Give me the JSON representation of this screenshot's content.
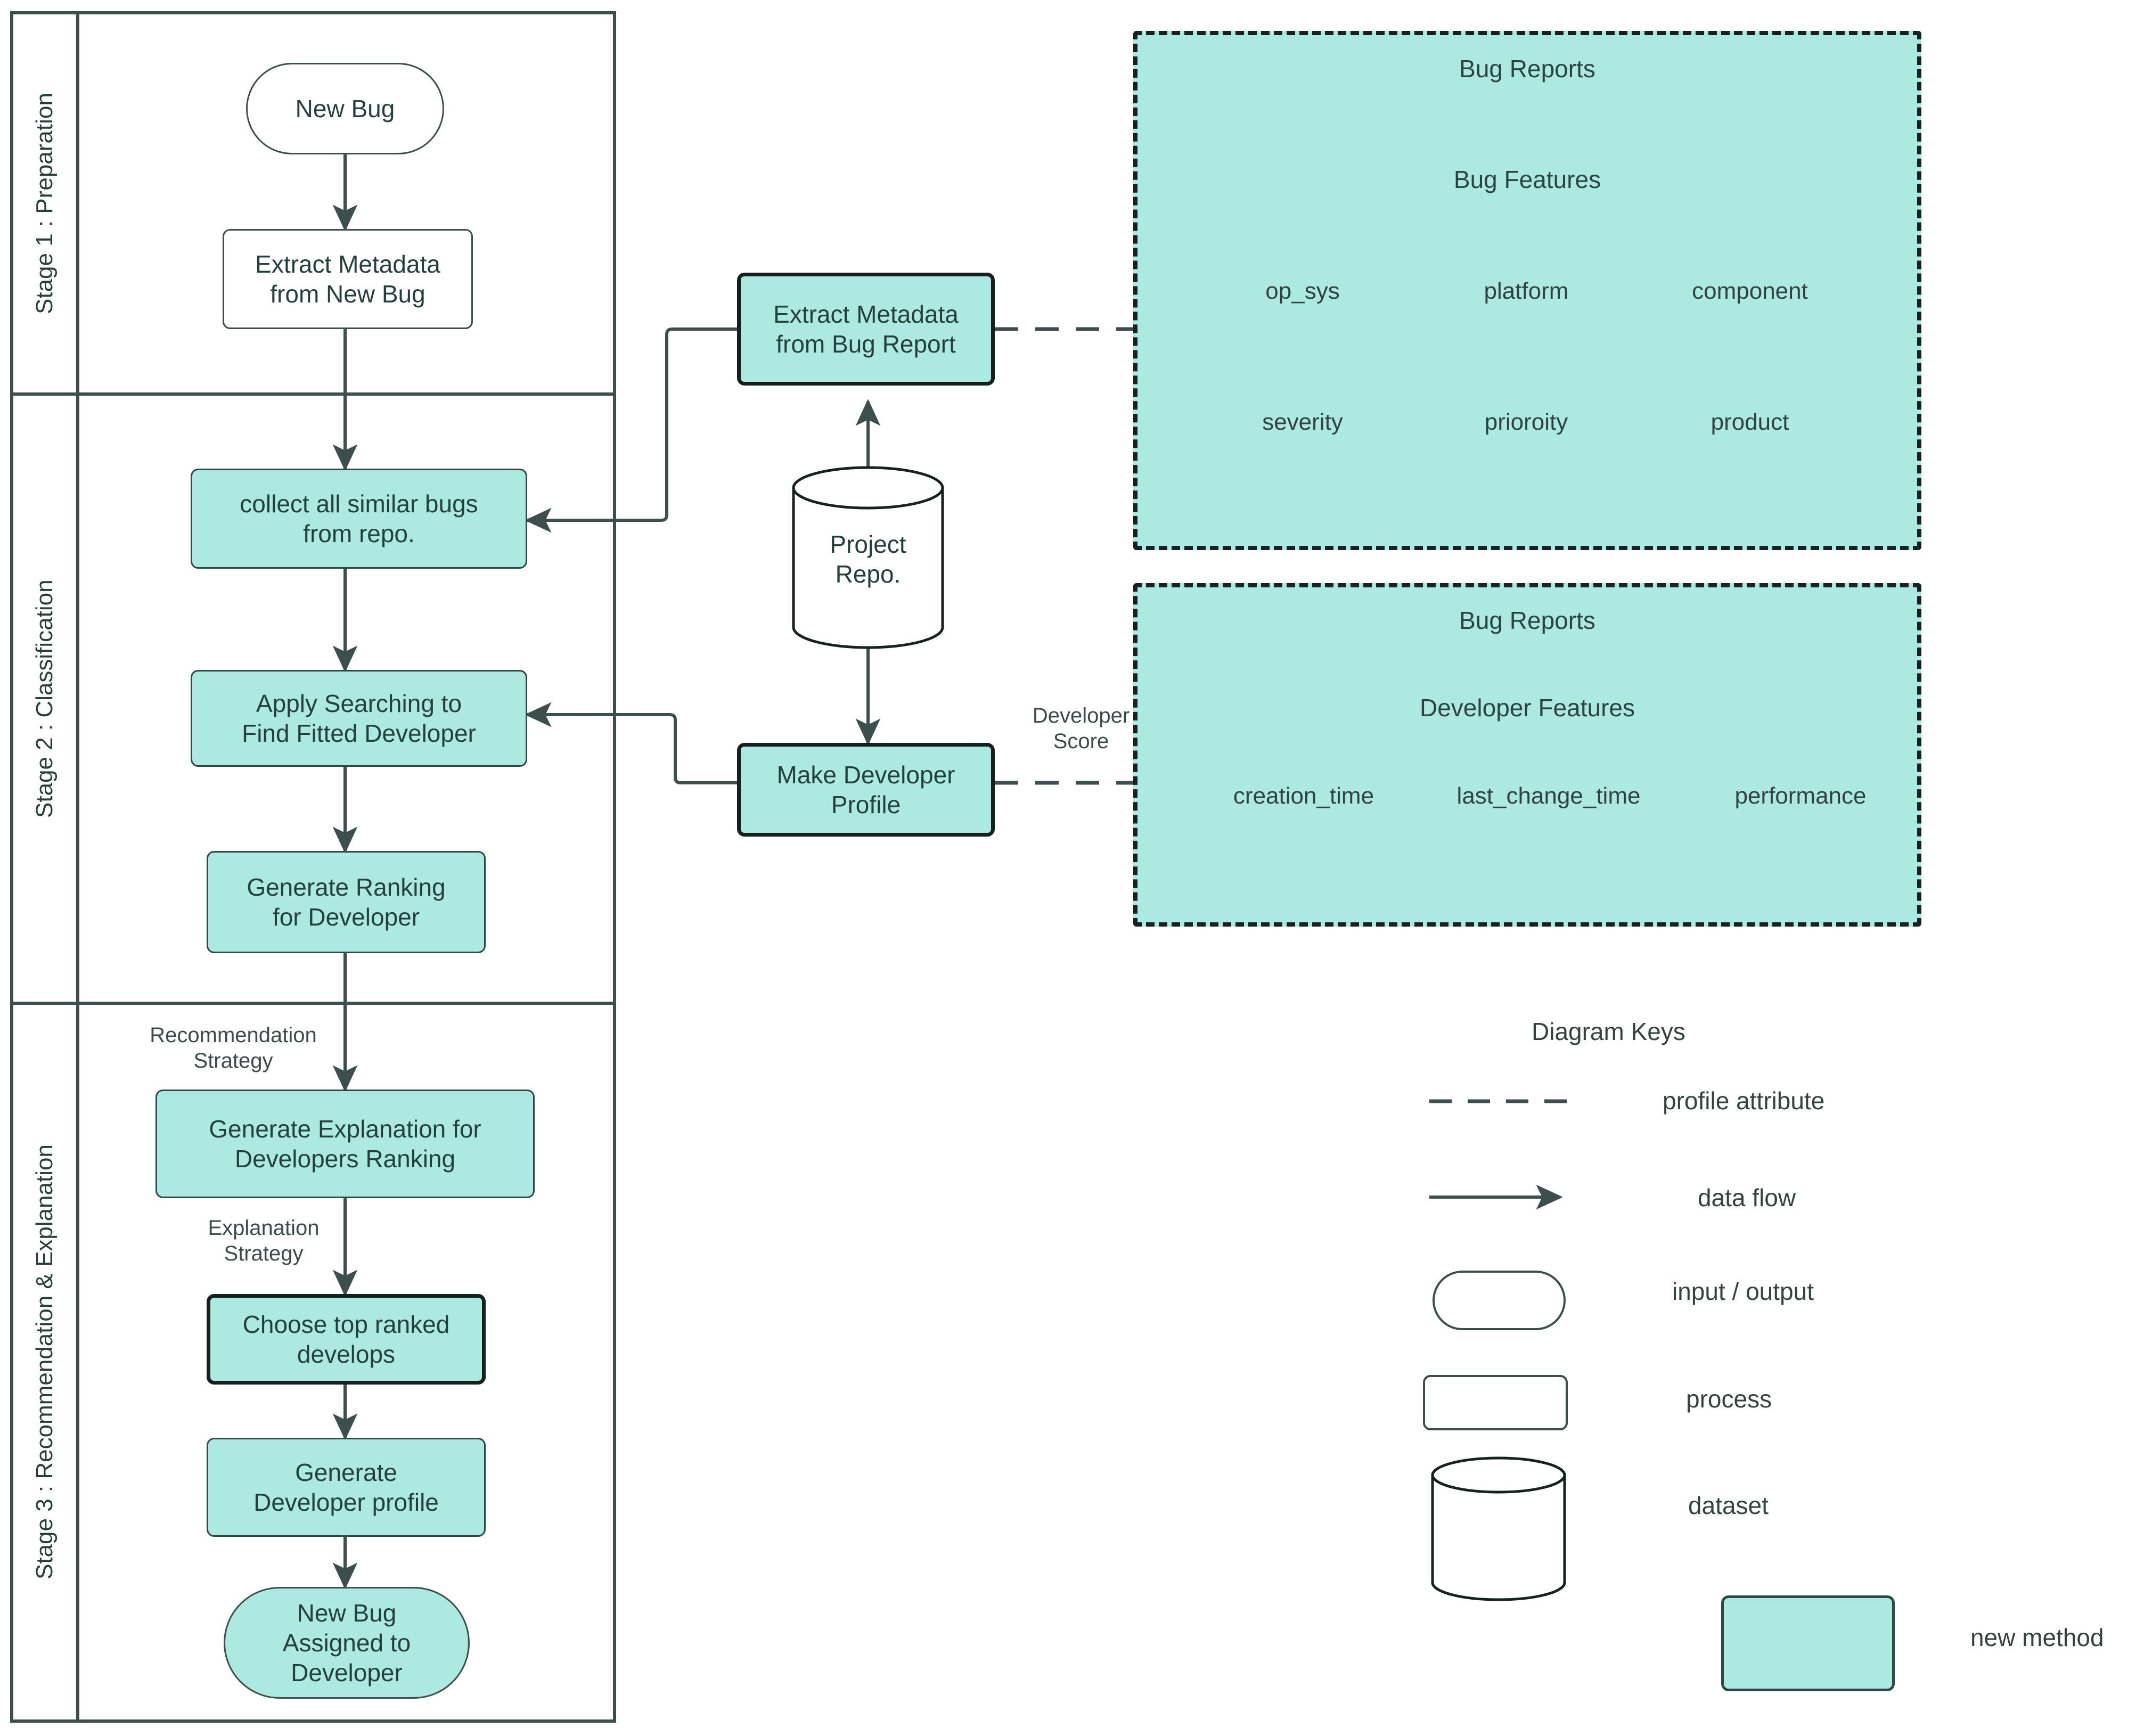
{
  "colors": {
    "teal_fill": "#aceae1",
    "stroke_dark": "#3d4f4d",
    "stroke_black": "#17211f",
    "text": "#2c4440",
    "white": "#ffffff"
  },
  "swimlanes": [
    {
      "label": "Stage 1 : Preparation"
    },
    {
      "label": "Stage 2 : Classification"
    },
    {
      "label": "Stage 3 : Recommendation & Explanation"
    }
  ],
  "flow_nodes": {
    "new_bug": "New Bug",
    "extract_metadata_new_bug": "Extract Metadata\nfrom New Bug",
    "collect_similar_bugs": "collect all similar bugs\nfrom repo.",
    "apply_searching": "Apply Searching to\nFind Fitted Developer",
    "generate_ranking": "Generate Ranking\nfor Developer",
    "generate_explanation": "Generate Explanation for\nDevelopers Ranking",
    "choose_top_ranked": "Choose top ranked\ndevelops",
    "generate_dev_profile": "Generate\nDeveloper profile",
    "new_bug_assigned": "New Bug\nAssigned to\nDeveloper",
    "extract_metadata_bug_report": "Extract Metadata\nfrom Bug Report",
    "project_repo": "Project\nRepo.",
    "make_developer_profile": "Make Developer\nProfile"
  },
  "edge_labels": {
    "recommendation_strategy": "Recommendation\nStrategy",
    "explanation_strategy": "Explanation\nStrategy",
    "developer_score": "Developer\nScore"
  },
  "panels": [
    {
      "title": "Bug Reports",
      "subtitle": "Bug Features",
      "features": [
        "op_sys",
        "platform",
        "component",
        "severity",
        "prioroity",
        "product"
      ]
    },
    {
      "title": "Bug Reports",
      "subtitle": "Developer Features",
      "features": [
        "creation_time",
        "last_change_time",
        "performance"
      ]
    }
  ],
  "legend": {
    "title": "Diagram Keys",
    "items": [
      {
        "shape": "dashed-line-icon",
        "label": "profile attribute"
      },
      {
        "shape": "arrow-icon",
        "label": "data flow"
      },
      {
        "shape": "stadium-icon",
        "label": "input / output"
      },
      {
        "shape": "rect-icon",
        "label": "process"
      },
      {
        "shape": "cylinder-icon",
        "label": "dataset"
      },
      {
        "shape": "teal-rect-icon",
        "label": "new method"
      }
    ]
  }
}
